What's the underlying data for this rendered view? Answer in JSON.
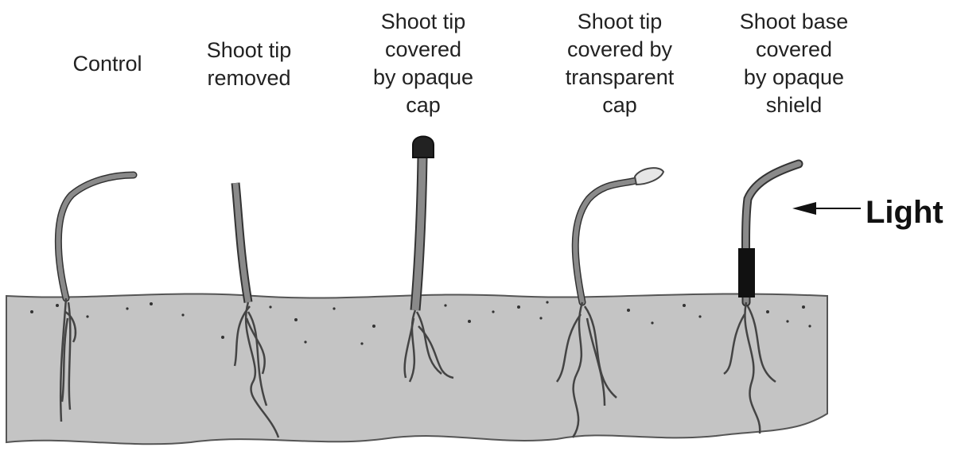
{
  "labels": {
    "control": [
      "Control"
    ],
    "tip_removed": [
      "Shoot tip",
      "removed"
    ],
    "opaque_cap": [
      "Shoot tip",
      "covered",
      "by opaque",
      "cap"
    ],
    "transparent_cap": [
      "Shoot tip",
      "covered by",
      "transparent",
      "cap"
    ],
    "base_shield": [
      "Shoot base",
      "covered",
      "by opaque",
      "shield"
    ]
  },
  "light_label": "Light",
  "colors": {
    "soil": "#c4c4c4",
    "soil_outline": "#555555",
    "shoot": "#8a8a8a",
    "shoot_outline": "#333333",
    "opaque": "#222222",
    "transparent_cap": "#e6e6e6"
  }
}
